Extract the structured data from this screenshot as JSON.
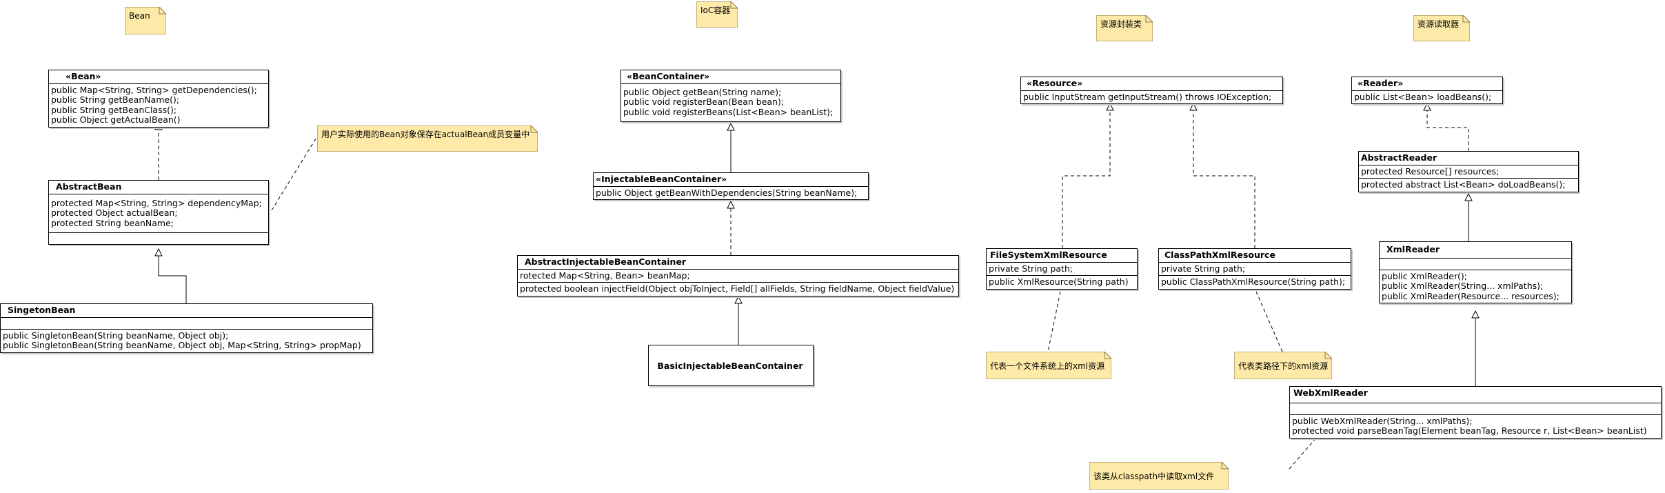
{
  "colors": {
    "note_fill": "#fde9a8",
    "note_border": "#8a7a46",
    "class_border": "#000000"
  },
  "notes": {
    "bean": "Bean",
    "ioc": "IoC容器",
    "resource": "资源封装类",
    "reader": "资源读取器",
    "actual_bean": "用户实际使用的Bean对象保存在actualBean成员变量中",
    "fs_note": "代表一个文件系统上的xml资源",
    "cp_note": "代表类路径下的xml资源",
    "web_note": "该类从classpath中读取xml文件"
  },
  "classes": {
    "bean": {
      "name": "«Bean»",
      "methods": [
        "public Map<String, String> getDependencies();",
        "public String getBeanName();",
        "public String getBeanClass();",
        "public Object getActualBean()"
      ]
    },
    "abstract_bean": {
      "name": "AbstractBean",
      "fields": [
        "protected Map<String, String> dependencyMap;",
        "protected Object actualBean;",
        "protected String beanName;"
      ]
    },
    "singleton_bean": {
      "name": "SingetonBean",
      "methods": [
        "public SingletonBean(String beanName, Object obj);",
        "public SingletonBean(String beanName, Object obj, Map<String, String> propMap)"
      ]
    },
    "bean_container": {
      "name": "«BeanContainer»",
      "methods": [
        "public Object getBean(String name);",
        "public void registerBean(Bean bean);",
        "public void registerBeans(List<Bean> beanList);"
      ]
    },
    "injectable_container": {
      "name": "«InjectableBeanContainer»",
      "methods": [
        "public Object getBeanWithDependencies(String beanName);"
      ]
    },
    "abstract_injectable": {
      "name": "AbstractInjectableBeanContainer",
      "fields": [
        "rotected Map<String, Bean> beanMap;"
      ],
      "methods": [
        "protected boolean injectField(Object objToInject, Field[] allFields, String fieldName, Object fieldValue)"
      ]
    },
    "basic_injectable": {
      "name": "BasicInjectableBeanContainer"
    },
    "resource": {
      "name": "«Resource»",
      "methods": [
        "public InputStream getInputStream() throws IOException;"
      ]
    },
    "fs_resource": {
      "name": "FileSystemXmlResource",
      "fields": [
        "private String path;"
      ],
      "methods": [
        "public XmlResource(String path)"
      ]
    },
    "cp_resource": {
      "name": "ClassPathXmlResource",
      "fields": [
        "private String path;"
      ],
      "methods": [
        "public ClassPathXmlResource(String path);"
      ]
    },
    "reader": {
      "name": "«Reader»",
      "methods": [
        "public List<Bean> loadBeans();"
      ]
    },
    "abstract_reader": {
      "name": "AbstractReader",
      "fields": [
        "protected Resource[] resources;"
      ],
      "methods": [
        "protected abstract List<Bean> doLoadBeans();"
      ]
    },
    "xml_reader": {
      "name": "XmlReader",
      "methods": [
        "public XmlReader();",
        "public XmlReader(String... xmlPaths);",
        "public XmlReader(Resource... resources);"
      ]
    },
    "web_xml_reader": {
      "name": "WebXmlReader",
      "methods": [
        "public WebXmlReader(String... xmlPaths);",
        "protected void parseBeanTag(Element beanTag, Resource r, List<Bean> beanList)"
      ]
    }
  }
}
